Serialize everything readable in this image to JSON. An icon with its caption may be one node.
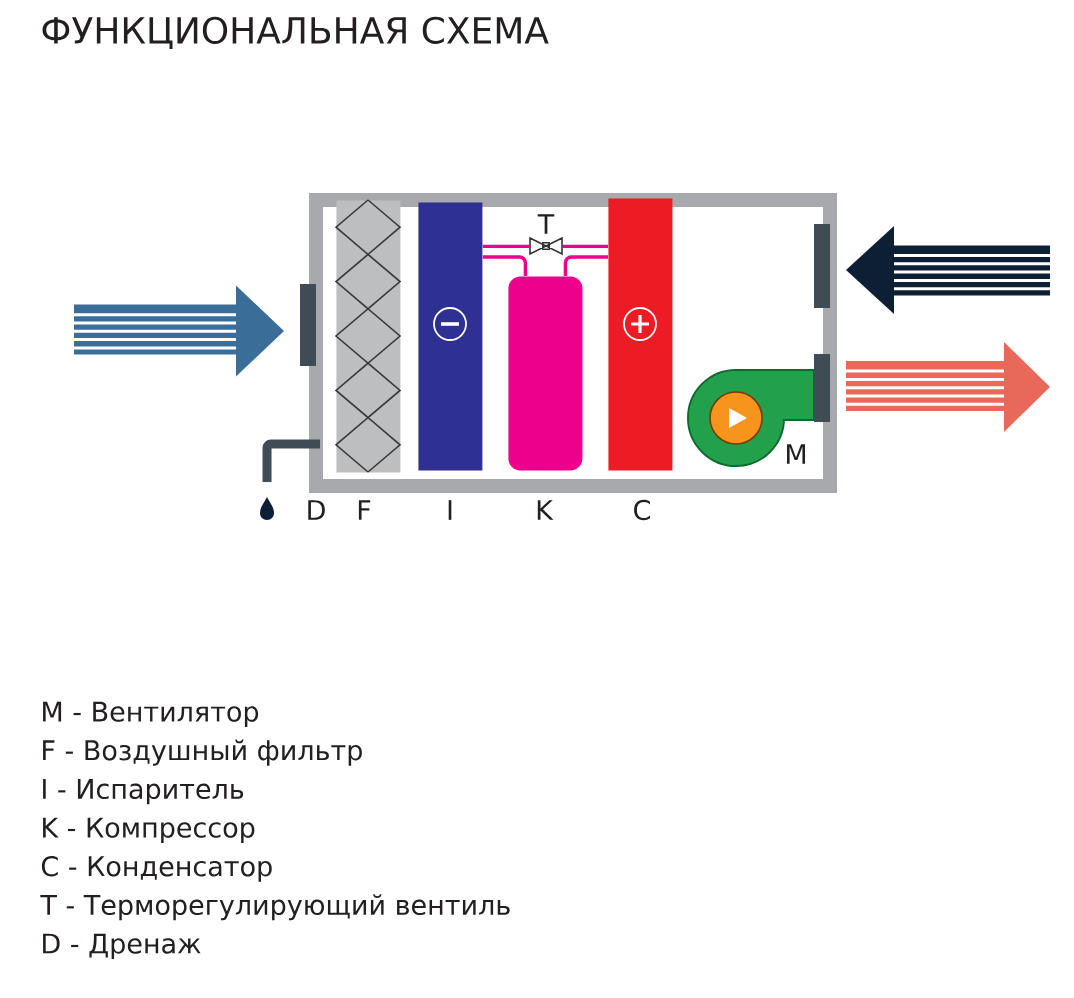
{
  "diagram": {
    "title": "ФУНКЦИОНАЛЬНАЯ СХЕМА",
    "nodes": [
      {
        "text": [],
        "shape": "box"
      },
      {
        "text": [
          "D"
        ]
      },
      {
        "text": [
          "F"
        ],
        "in": 0
      },
      {
        "text": [
          "I"
        ],
        "in": 0
      },
      {
        "text": [
          "T"
        ],
        "in": 0
      },
      {
        "text": [
          "K"
        ],
        "in": 0
      },
      {
        "text": [
          "C"
        ],
        "in": 0
      },
      {
        "text": [
          "M"
        ],
        "in": 0
      }
    ],
    "edges": [
      {
        "from": 3,
        "to": 4,
        "arrow": "none"
      },
      {
        "from": 4,
        "to": 6,
        "arrow": "none"
      },
      {
        "from": 3,
        "to": 5,
        "arrow": "none"
      },
      {
        "from": 5,
        "to": 6,
        "arrow": "none"
      }
    ],
    "labels": [
      "M - Вентилятор",
      "F - Воздушный фильтр",
      "I - Испаритель",
      "K - Компрессор",
      "C - Конденсатор",
      "T - Терморегулирующий вентиль",
      "D - Дренаж"
    ]
  }
}
